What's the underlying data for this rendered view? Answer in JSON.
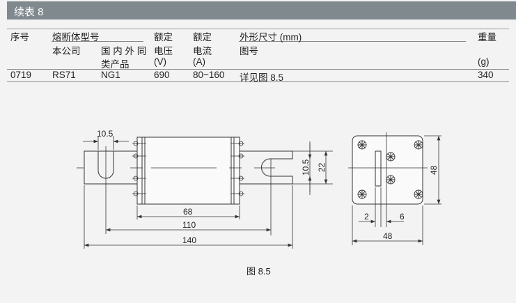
{
  "title": "续表 8",
  "table": {
    "headers": {
      "seq": "序号",
      "model": "熔断体型号",
      "company": "本公司",
      "equiv1": "国 内 外 同",
      "equiv2": "类产品",
      "volt1": "额定",
      "volt2": "电压",
      "volt3": "(V)",
      "curr1": "额定",
      "curr2": "电流",
      "curr3": "(A)",
      "dim1": "外形尺寸 (mm)",
      "dim2": "图号",
      "weight1": "重量",
      "weight2": "(g)"
    },
    "rows": [
      {
        "seq": "0719",
        "company": "RS71",
        "equiv": "NG1",
        "voltage": "690",
        "current": "80~160",
        "figure": "详见图 8.5",
        "weight": "340"
      }
    ]
  },
  "drawing": {
    "dim_slot": "10.5",
    "dim_body": "68",
    "dim_centers": "110",
    "dim_total": "140",
    "dim_slot_width": "10.5",
    "dim_tab_height": "22",
    "dim_side_height": "48",
    "dim_side_width": "48",
    "dim_left": "2",
    "dim_right": "6",
    "caption": "图 8.5"
  }
}
